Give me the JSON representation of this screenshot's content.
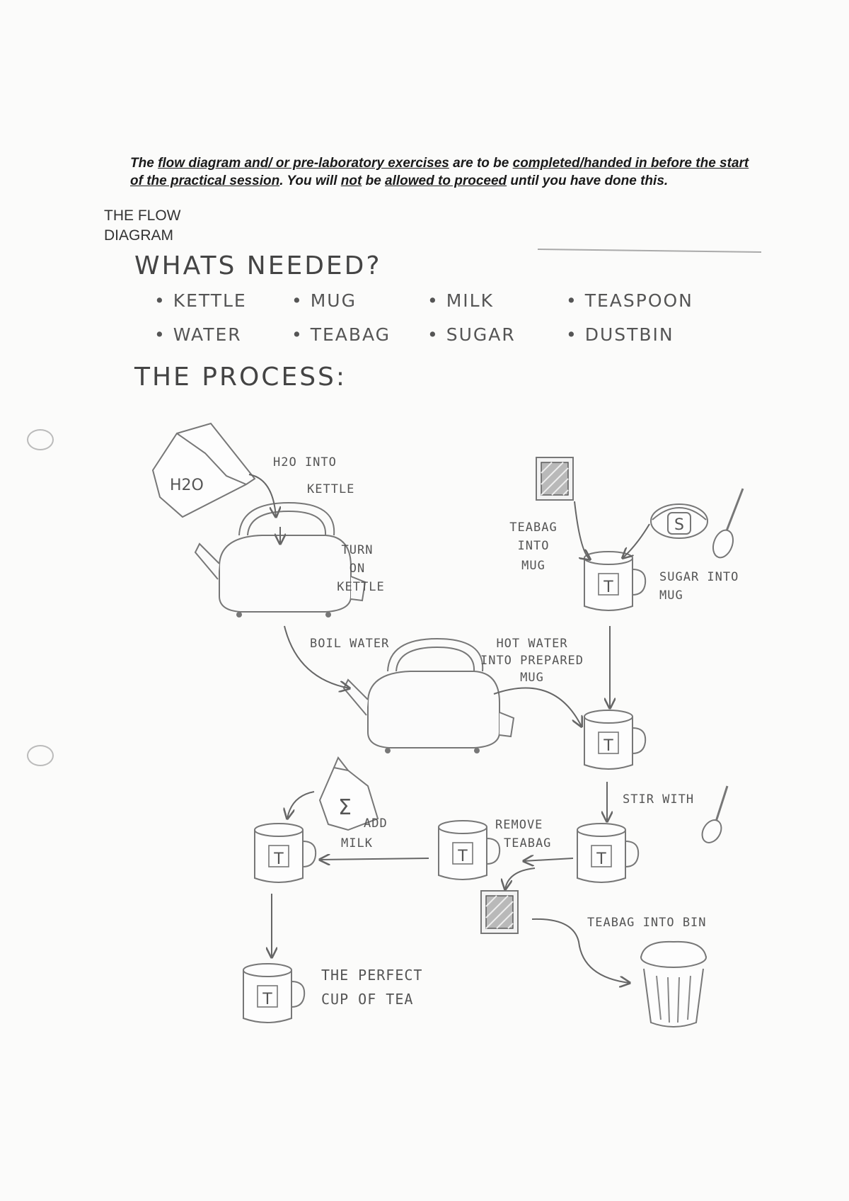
{
  "instructions": {
    "p1": "The ",
    "u1": "flow diagram and/ or pre-laboratory exercises",
    "p2": " are to be ",
    "u2": "completed/handed in before the start of the practical session",
    "p3": ". You will ",
    "u3": "not",
    "p4": " be ",
    "u4": "allowed to proceed",
    "p5": " until you have done this."
  },
  "section_heading": {
    "line1": "THE FLOW",
    "line2": "DIAGRAM"
  },
  "needed": {
    "title": "WHATS NEEDED?",
    "items": [
      "KETTLE",
      "MUG",
      "MILK",
      "TEASPOON",
      "WATER",
      "TEABAG",
      "SUGAR",
      "DUSTBIN"
    ]
  },
  "process": {
    "title": "THE PROCESS:",
    "labels": {
      "jug_text": "H2O",
      "step1_a": "H2O INTO",
      "step1_b": "KETTLE",
      "step2_a": "TURN",
      "step2_b": "ON",
      "step2_c": "KETTLE",
      "step3": "BOIL WATER",
      "step4_a": "TEABAG",
      "step4_b": "INTO",
      "step4_c": "MUG",
      "sugar_bowl": "S",
      "step5_a": "SUGAR INTO",
      "step5_b": "MUG",
      "step6_a": "HOT WATER",
      "step6_b": "INTO PREPARED",
      "step6_c": "MUG",
      "step7": "STIR WITH",
      "step8_a": "REMOVE",
      "step8_b": "TEABAG",
      "milk_jug": "Σ",
      "step9_a": "ADD",
      "step9_b": "MILK",
      "step10": "TEABAG INTO BIN",
      "final_a": "THE PERFECT",
      "final_b": "CUP OF TEA",
      "mug_letter": "T"
    }
  }
}
